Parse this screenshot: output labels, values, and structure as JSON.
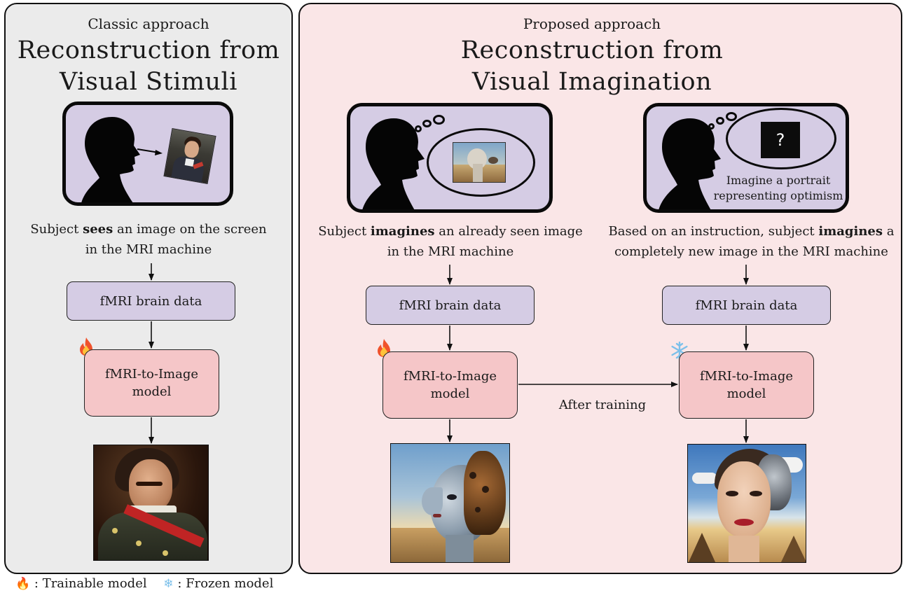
{
  "classic": {
    "subtitle": "Classic approach",
    "title_line1": "Reconstruction from",
    "title_line2": "Visual Stimuli",
    "desc_pre": "Subject ",
    "desc_bold": "sees",
    "desc_post": " an image on the screen",
    "desc_line2": "in the MRI machine",
    "data_label": "fMRI brain data",
    "model_label_line1": "fMRI-to-Image",
    "model_label_line2": "model",
    "model_state_icon": "flame-icon"
  },
  "proposed": {
    "subtitle": "Proposed approach",
    "title_line1": "Reconstruction from",
    "title_line2": "Visual Imagination",
    "left": {
      "desc_pre": "Subject ",
      "desc_bold": "imagines",
      "desc_post": " an already seen image",
      "desc_line2": "in the MRI machine",
      "data_label": "fMRI brain data",
      "model_label_line1": "fMRI-to-Image",
      "model_label_line2": "model",
      "model_state_icon": "flame-icon"
    },
    "right": {
      "instruction_line1": "Imagine a portrait",
      "instruction_line2": "representing optimism",
      "question_mark": "?",
      "desc_pre": "Based on an instruction, subject ",
      "desc_bold": "imagines",
      "desc_post": " a",
      "desc_line2": "completely new image in the MRI machine",
      "data_label": "fMRI brain data",
      "model_label_line1": "fMRI-to-Image",
      "model_label_line2": "model",
      "model_state_icon": "snowflake-icon"
    },
    "transfer_label": "After training"
  },
  "legend": {
    "trainable_icon": "🔥",
    "trainable_label": ": Trainable model",
    "frozen_icon": "❄",
    "frozen_label": ": Frozen model"
  },
  "colors": {
    "classic_panel": "#ebebeb",
    "proposed_panel": "#fae6e7",
    "data_box": "#d5cce4",
    "model_box": "#f5c6c8"
  }
}
